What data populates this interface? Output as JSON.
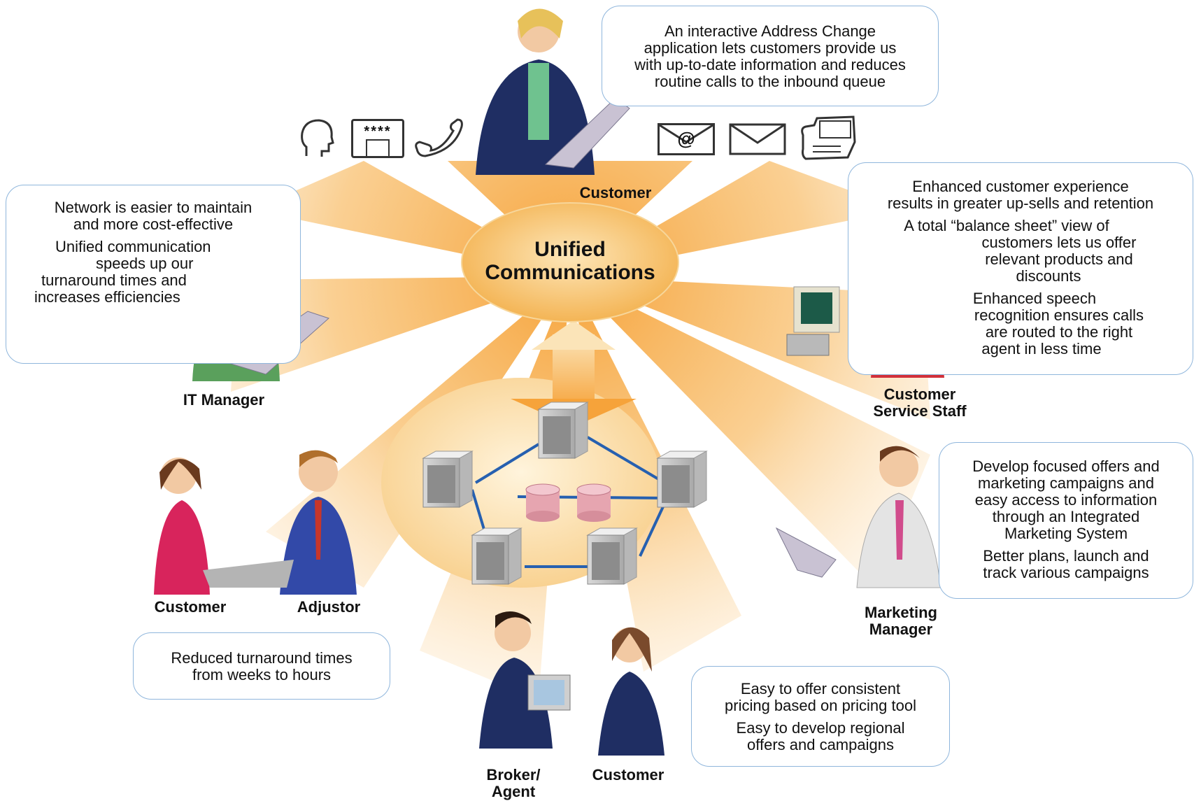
{
  "hub": {
    "title_line1": "Unified",
    "title_line2": "Communications"
  },
  "roles": {
    "customer_top": "Customer",
    "it_manager": "IT Manager",
    "css_line1": "Customer",
    "css_line2": "Service Staff",
    "customer_left": "Customer",
    "adjustor": "Adjustor",
    "marketing_line1": "Marketing",
    "marketing_line2": "Manager",
    "broker_line1": "Broker/",
    "broker_line2": "Agent",
    "customer_bottom": "Customer"
  },
  "callouts": {
    "top": [
      "An interactive Address Change",
      "application lets customers provide us",
      "with up-to-date information and reduces",
      "routine calls to the inbound queue"
    ],
    "it": {
      "p1": [
        "Network is easier to maintain",
        "and more cost-effective"
      ],
      "p2": [
        "Unified communication",
        "speeds up our",
        "turnaround times and",
        "increases efficiencies"
      ]
    },
    "right": {
      "p1": [
        "Enhanced customer experience",
        "results in greater up-sells and retention"
      ],
      "p2": [
        "A total “balance sheet” view of",
        "customers lets us offer",
        "relevant products and",
        "discounts"
      ],
      "p3": [
        "Enhanced speech",
        "recognition ensures calls",
        "are routed to the right",
        "agent in less time"
      ]
    },
    "marketing": {
      "p1": [
        "Develop focused offers and",
        "marketing campaigns and",
        "easy access to information",
        "through an Integrated",
        "Marketing System"
      ],
      "p2": [
        "Better plans, launch and",
        "track various campaigns"
      ]
    },
    "claims": [
      "Reduced turnaround times",
      "from weeks to hours"
    ],
    "pricing": {
      "p1": [
        "Easy to offer consistent",
        "pricing based on pricing tool"
      ],
      "p2": [
        "Easy to develop regional",
        "offers and campaigns"
      ]
    }
  },
  "icons": {
    "password_text": "****",
    "email_symbol": "@",
    "list": [
      "speech-head-icon",
      "password-terminal-icon",
      "phone-handset-icon",
      "email-icon",
      "envelope-icon",
      "fax-machine-icon"
    ]
  },
  "colors": {
    "ray": "#f6a33a",
    "hub_fill": "#f7c46e",
    "server_ring": "#fbe3b0",
    "network_link": "#2660b0",
    "callout_border": "#8fb6dc",
    "database": "#e6a5b0"
  }
}
